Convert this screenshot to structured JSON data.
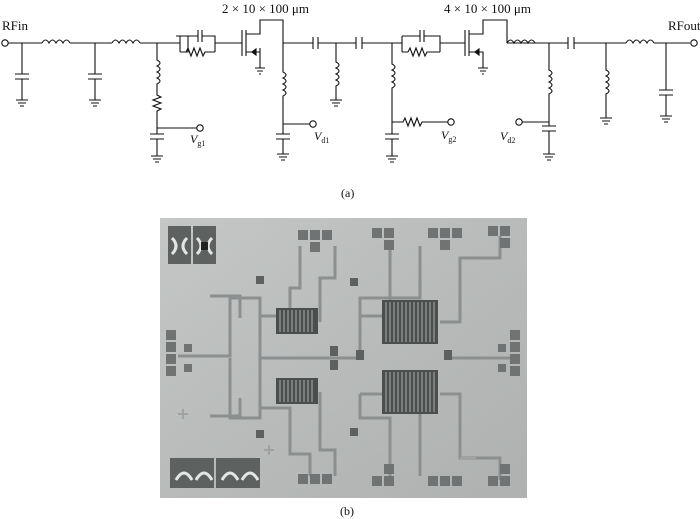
{
  "schematic": {
    "port_in": "RFin",
    "port_out": "RFout",
    "device1": "2 × 10 × 100 μm",
    "device2": "4 × 10 × 100 μm",
    "bias": {
      "vg1": {
        "v": "V",
        "sub": "g1"
      },
      "vd1": {
        "v": "V",
        "sub": "d1"
      },
      "vg2": {
        "v": "V",
        "sub": "g2"
      },
      "vd2": {
        "v": "V",
        "sub": "d2"
      }
    }
  },
  "captions": {
    "a": "(a)",
    "b": "(b)"
  },
  "colors": {
    "line": "#111111",
    "chip_bg": "#b9bcbb",
    "trace": "#8c8f8f",
    "pad": "#6f7373",
    "pad_light": "#d9dbda"
  }
}
